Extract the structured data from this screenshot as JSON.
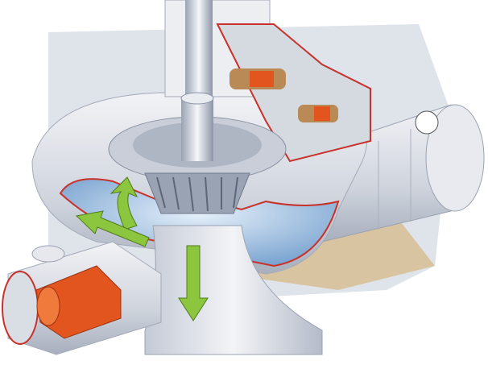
{
  "illustration": {
    "subject": "turbine-cutaway",
    "colors": {
      "background": "#ffffff",
      "backdrop": "#dfe3ea",
      "casing": "#e6e8ee",
      "casing_shadow": "#b9bfcb",
      "water_blue": "#7fa9d6",
      "cut_edge_red": "#c8322a",
      "valve_orange": "#e2551f",
      "concrete": "#d9c4a2",
      "flow_arrow": "#8cc63e"
    },
    "flow_arrows": [
      "up-curved",
      "left",
      "down"
    ]
  }
}
